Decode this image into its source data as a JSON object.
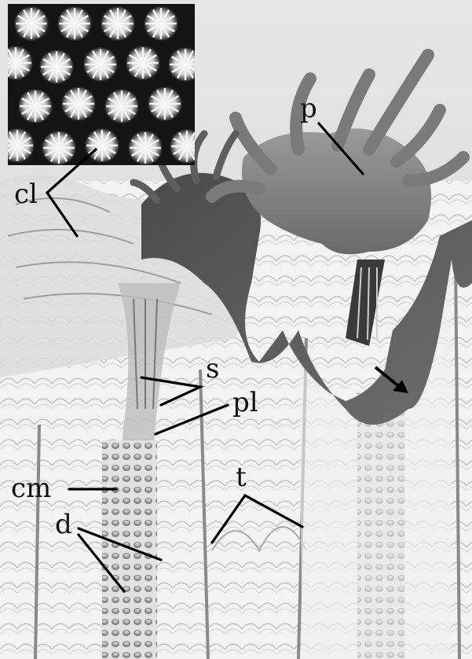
{
  "figure": {
    "type": "coral anatomy illustration with inset micrograph",
    "labels": {
      "cl": "cl",
      "p": "p",
      "s": "s",
      "pl": "pl",
      "cm": "cm",
      "t": "t",
      "d": "d"
    }
  }
}
